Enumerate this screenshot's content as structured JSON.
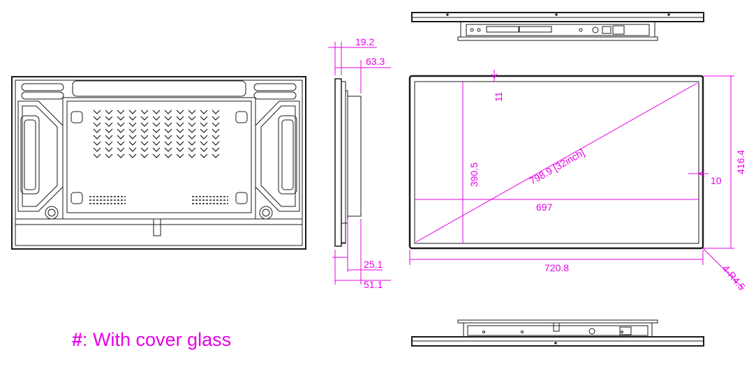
{
  "colors": {
    "outline": "#1a1a1a",
    "dimension": "#e600e6"
  },
  "dimensions": {
    "side_bezel": "19.2",
    "side_depth": "63.3",
    "side_bottom_a": "25.1",
    "side_bottom_b": "51.1",
    "active_height": "390.5",
    "diagonal": "798.9 [32inch]",
    "active_width": "697",
    "outer_width": "720.8",
    "outer_height": "416.4",
    "border_top": "11",
    "border_right": "10",
    "corner_radius": "4-R4.5"
  },
  "note": {
    "symbol": "#",
    "text": ": With cover glass"
  }
}
